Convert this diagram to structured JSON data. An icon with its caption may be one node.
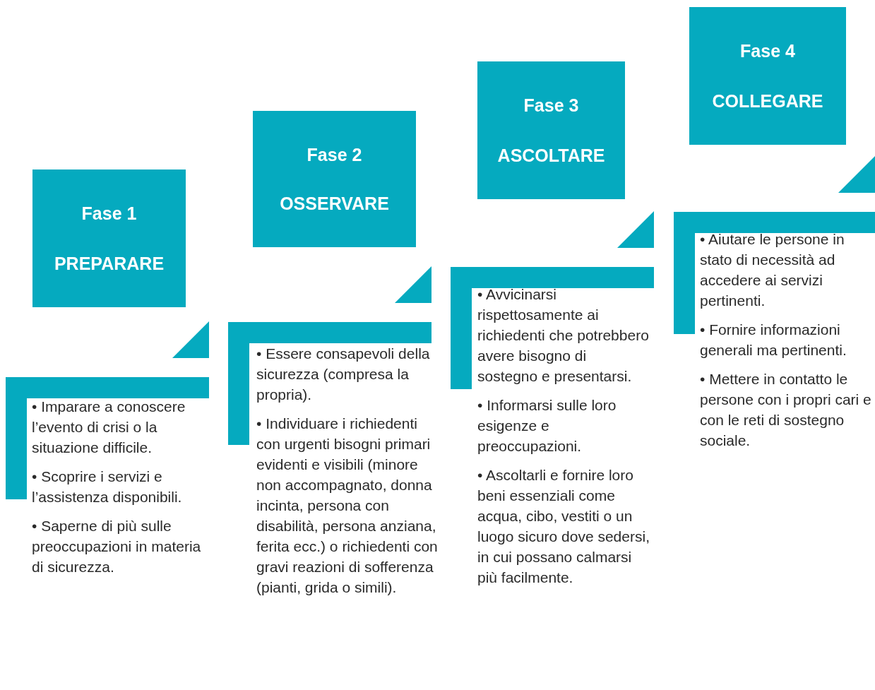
{
  "diagram": {
    "nodes": [
      {
        "text": [
          "Fase 1",
          "PREPARARE"
        ]
      },
      {
        "text": [
          "Fase 2",
          "OSSERVARE"
        ]
      },
      {
        "text": [
          "Fase 3",
          "ASCOLTARE"
        ]
      },
      {
        "text": [
          "Fase 4",
          "COLLEGARE"
        ]
      },
      {
        "text": [
          "• Imparare a conoscere l’evento di crisi o la situazione difficile.",
          "• Scoprire i servizi e l’assistenza disponibili.",
          "• Saperne di più sulle preoccupazioni in materia di sicurezza."
        ]
      },
      {
        "text": [
          "• Essere consapevoli della sicurezza (compresa la propria).",
          "• Individuare i richiedenti con urgenti bisogni primari evidenti e visibili (minore non accompagnato, donna incinta, persona con disabilità, persona anziana, ferita ecc.) o richiedenti con gravi reazioni di sofferenza (pianti, grida o simili)."
        ]
      },
      {
        "text": [
          "• Avvicinarsi rispettosamente ai richiedenti che potrebbero avere bisogno di sostegno e presentarsi.",
          "• Informarsi sulle loro esigenze e preoccupazioni.",
          "• Ascoltarli e fornire loro beni essenziali come acqua, cibo, vestiti o un luogo sicuro dove sedersi, in cui possano calmarsi più facilmente."
        ]
      },
      {
        "text": [
          "• Aiutare le persone in stato di necessità ad accedere ai servizi pertinenti.",
          "• Fornire informazioni generali ma pertinenti.",
          "• Mettere in contatto le persone con i propri cari e con le reti di sostegno sociale."
        ]
      }
    ],
    "edges": []
  }
}
